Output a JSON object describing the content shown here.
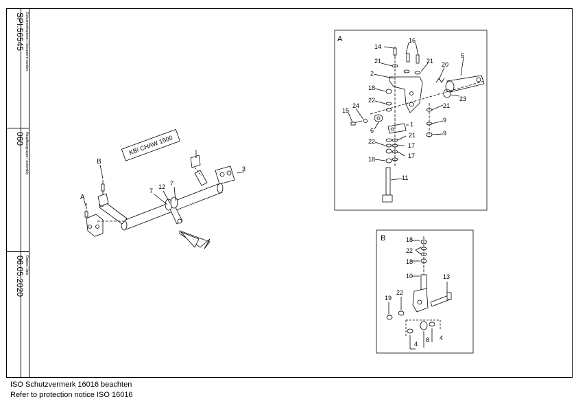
{
  "sidebar": {
    "field1_caption": "Dokumentnummer / document number",
    "field1_value": "SPI.56545",
    "field2_caption": "Hauptbaugruppe / assembly",
    "field2_value": "060",
    "field3_caption": "Datum / date",
    "field3_value": "06.05.2020"
  },
  "overview": {
    "model_label": "KB/ CHAW 1500",
    "callout_a": "A",
    "callout_b": "B",
    "part_3": "3",
    "part_7a": "7",
    "part_12": "12",
    "part_7b": "7"
  },
  "detail_a": {
    "title": "A",
    "labels": [
      "14",
      "16",
      "21",
      "21",
      "2",
      "5",
      "20",
      "18",
      "23",
      "22",
      "21",
      "15",
      "24",
      "6",
      "1",
      "21",
      "9",
      "22",
      "17",
      "9",
      "17",
      "18",
      "11"
    ]
  },
  "detail_b": {
    "title": "B",
    "labels": [
      "18",
      "22",
      "18",
      "10",
      "13",
      "22",
      "19",
      "8",
      "4",
      "4"
    ]
  },
  "footer": {
    "line1": "ISO Schutzvermerk 16016 beachten",
    "line2": "Refer to protection notice ISO 16016"
  }
}
